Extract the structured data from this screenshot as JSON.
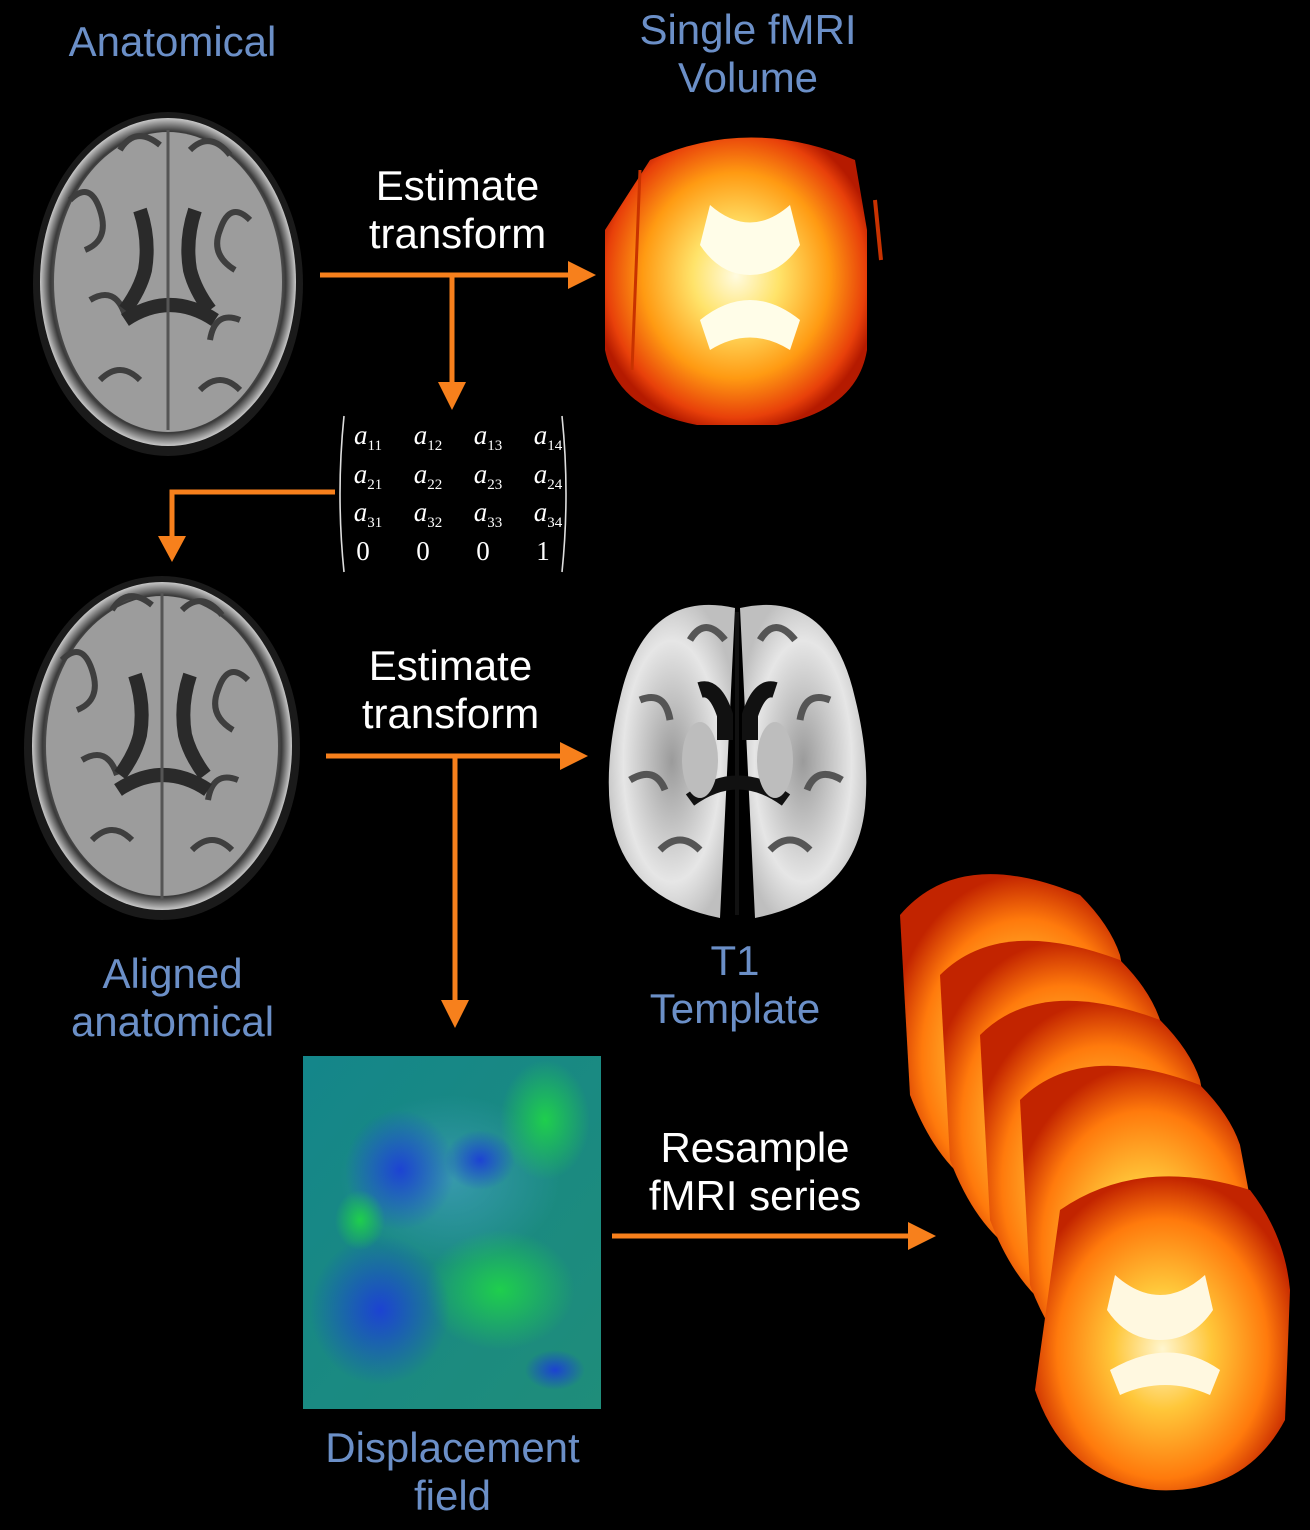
{
  "labels": {
    "anatomical": "Anatomical",
    "fmri_volume": "Single fMRI\nVolume",
    "estimate_transform_1": "Estimate\ntransform",
    "aligned_anatomical": "Aligned\nanatomical",
    "estimate_transform_2": "Estimate\ntransform",
    "t1_template": "T1\nTemplate",
    "displacement_field": "Displacement\nfield",
    "resample": "Resample\nfMRI series"
  },
  "matrix": {
    "rows": [
      [
        {
          "b": "a",
          "s": "11"
        },
        {
          "b": "a",
          "s": "12"
        },
        {
          "b": "a",
          "s": "13"
        },
        {
          "b": "a",
          "s": "14"
        }
      ],
      [
        {
          "b": "a",
          "s": "21"
        },
        {
          "b": "a",
          "s": "22"
        },
        {
          "b": "a",
          "s": "23"
        },
        {
          "b": "a",
          "s": "24"
        }
      ],
      [
        {
          "b": "a",
          "s": "31"
        },
        {
          "b": "a",
          "s": "32"
        },
        {
          "b": "a",
          "s": "33"
        },
        {
          "b": "a",
          "s": "34"
        }
      ],
      [
        {
          "b": "0",
          "s": ""
        },
        {
          "b": "0",
          "s": ""
        },
        {
          "b": "0",
          "s": ""
        },
        {
          "b": "1",
          "s": ""
        }
      ]
    ]
  },
  "colors": {
    "arrow": "#f7801c",
    "label_blue": "#6b8fc7",
    "label_white": "#ffffff",
    "background": "#000000"
  }
}
